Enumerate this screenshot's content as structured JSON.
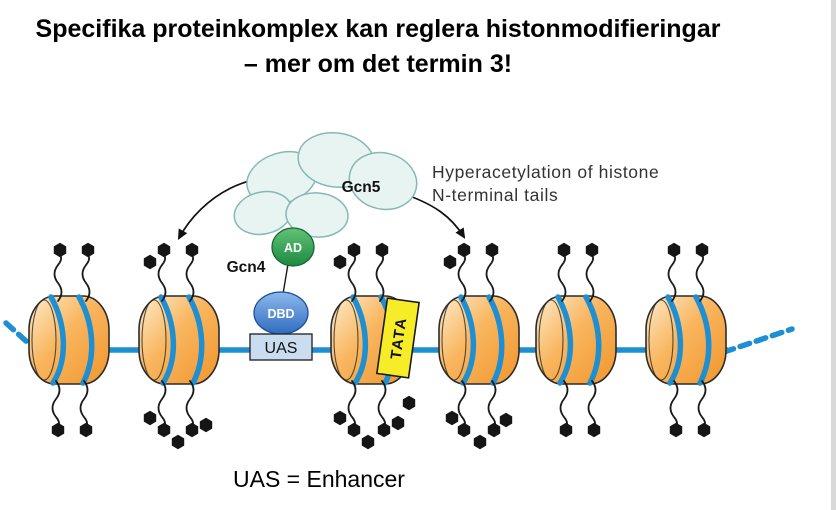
{
  "slide": {
    "title_line1": "Specifika proteinkomplex kan reglera histonmodifieringar",
    "title_line2": "– mer om det termin 3!",
    "footer": "UAS = Enhancer"
  },
  "diagram": {
    "complex_label": "Gcn5",
    "activator_label": "Gcn4",
    "ad_label": "AD",
    "dbd_label": "DBD",
    "uas_label": "UAS",
    "tata_label": "TATA",
    "annotation_line1": "Hyperacetylation of histone",
    "annotation_line2": "N-terminal tails",
    "colors": {
      "dna": "#1d8fd2",
      "nucleosome": "#f6a343",
      "complex_fill": "#e7f4f2",
      "ad_green": "#2f9e4f",
      "dbd_blue": "#4f8ed8",
      "uas_box": "#c9dcf0",
      "tata_box": "#f6ec27",
      "acetyl": "#151515"
    }
  }
}
